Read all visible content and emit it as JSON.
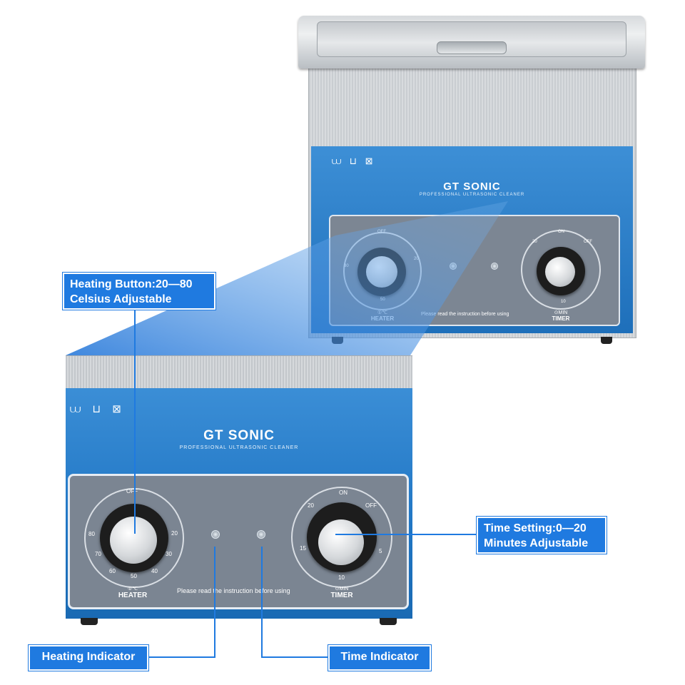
{
  "brand": {
    "name": "GT SONIC",
    "tagline": "PROFESSIONAL ULTRASONIC CLEANER"
  },
  "panel": {
    "heater_label": "HEATER",
    "heater_unit": "①℃",
    "timer_label": "TIMER",
    "timer_unit": "⊙MIN",
    "instruction": "Please read the instruction before using",
    "heater_scale": [
      "OFF",
      "20",
      "30",
      "40",
      "50",
      "60",
      "70",
      "80"
    ],
    "timer_scale": [
      "ON",
      "OFF",
      "5",
      "10",
      "15",
      "20"
    ]
  },
  "callouts": {
    "heating_button_line1": "Heating Button:20—80",
    "heating_button_line2": "Celsius Adjustable",
    "time_setting_line1": "Time Setting:0—20",
    "time_setting_line2": "Minutes Adjustable",
    "heating_indicator": "Heating Indicator",
    "time_indicator": "Time Indicator"
  },
  "colors": {
    "panel_blue": "#2a7fcc",
    "callout_blue": "#1f7ae0",
    "control_grey": "#7b8592"
  },
  "icons": [
    "wash-icon",
    "wash-temp-icon",
    "no-wash-icon"
  ]
}
